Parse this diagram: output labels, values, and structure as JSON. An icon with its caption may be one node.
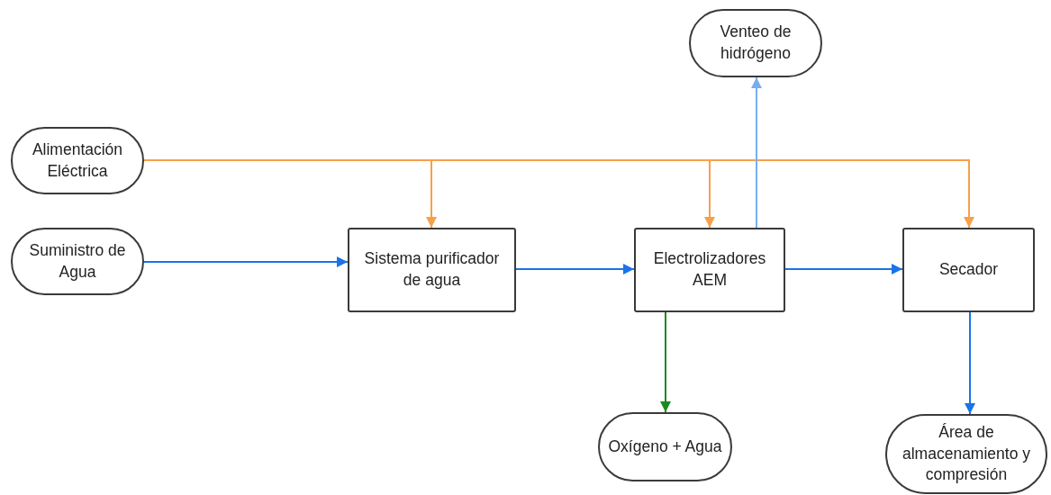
{
  "diagram": {
    "nodes": [
      {
        "text": [
          "Venteo de hidrógeno"
        ]
      },
      {
        "text": [
          "Alimentación Eléctrica"
        ]
      },
      {
        "text": [
          "Suministro de Agua"
        ]
      },
      {
        "text": [
          "Sistema purificador de agua"
        ]
      },
      {
        "text": [
          "Electrolizadores AEM"
        ]
      },
      {
        "text": [
          "Secador"
        ]
      },
      {
        "text": [
          "Oxígeno + Agua"
        ]
      },
      {
        "text": [
          "Área de almacenamiento y compresión"
        ]
      }
    ],
    "edges": [
      {
        "from": 1,
        "to": 3,
        "arrow": "to",
        "color": "#f7a04a"
      },
      {
        "from": 1,
        "to": 4,
        "arrow": "to",
        "color": "#f7a04a"
      },
      {
        "from": 1,
        "to": 5,
        "arrow": "to",
        "color": "#f7a04a"
      },
      {
        "from": 2,
        "to": 3,
        "arrow": "to"
      },
      {
        "from": 3,
        "to": 4,
        "arrow": "to"
      },
      {
        "from": 4,
        "to": 5,
        "arrow": "to"
      },
      {
        "from": 4,
        "to": 0,
        "arrow": "to",
        "color": "#78aef0"
      },
      {
        "from": 4,
        "to": 6,
        "arrow": "to",
        "color": "#1d8a1d"
      },
      {
        "from": 5,
        "to": 7,
        "arrow": "to"
      }
    ]
  }
}
